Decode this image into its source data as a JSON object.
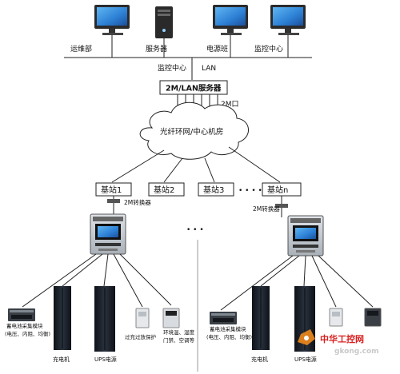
{
  "top_terminals": [
    {
      "label": "运维部",
      "kind": "monitor"
    },
    {
      "label": "服务器",
      "kind": "tower"
    },
    {
      "label": "电源班",
      "kind": "monitor"
    },
    {
      "label": "监控中心",
      "kind": "monitor"
    }
  ],
  "lan": {
    "left_label": "监控中心",
    "right_label": "LAN"
  },
  "server": {
    "label": "2M/LAN服务器",
    "port_label": "2M口"
  },
  "cloud": {
    "label": "光纤环网/中心机房"
  },
  "stations": [
    "基站1",
    "基站2",
    "基站3",
    "基站n"
  ],
  "station_dots": "• • • •",
  "converter_left": "2M转换器",
  "converter_right": "2M转换器",
  "middle_dots": "• • •",
  "left_devices": [
    {
      "label": "蓄电池采集模块",
      "sub": "(电压、内阻、均衡)"
    },
    {
      "label": "充电机",
      "sub": ""
    },
    {
      "label": "UPS电源",
      "sub": ""
    },
    {
      "label": "过充过放保护",
      "sub": ""
    },
    {
      "label": "环境温、湿度",
      "sub": "门禁、空调等"
    }
  ],
  "right_devices": [
    {
      "label": "蓄电池采集模块",
      "sub": "(电压、内阻、均衡)"
    },
    {
      "label": "充电机",
      "sub": ""
    },
    {
      "label": "UPS电源",
      "sub": ""
    }
  ],
  "watermark": {
    "brand": "中华工控网",
    "url": "gkong.com"
  },
  "colors": {
    "line": "#222222",
    "screen": "#2c7fd4",
    "rack": "#1e2530",
    "cloud": "#ffffff"
  }
}
